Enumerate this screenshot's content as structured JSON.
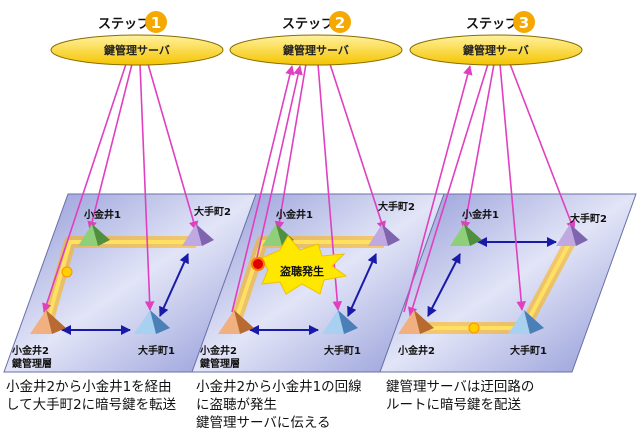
{
  "steps": [
    {
      "step_label": "ステップ",
      "step_number": "1",
      "server_label": "鍵管理サーバ",
      "nodes": {
        "top_left": "小金井1",
        "top_right": "大手町2",
        "bottom_left": "小金井2",
        "bottom_right": "大手町1"
      },
      "layer_label": "鍵管理層",
      "alert_label": "",
      "caption": "小金井2から小金井1を経由\nして大手町2に暗号鍵を転送"
    },
    {
      "step_label": "ステップ",
      "step_number": "2",
      "server_label": "鍵管理サーバ",
      "nodes": {
        "top_left": "小金井1",
        "top_right": "大手町2",
        "bottom_left": "小金井2",
        "bottom_right": "大手町1"
      },
      "layer_label": "鍵管理層",
      "alert_label": "盗聴発生",
      "caption": "小金井2から小金井1の回線\nに盗聴が発生\n鍵管理サーバに伝える"
    },
    {
      "step_label": "ステップ",
      "step_number": "3",
      "server_label": "鍵管理サーバ",
      "nodes": {
        "top_left": "小金井1",
        "top_right": "大手町2",
        "bottom_left": "小金井2",
        "bottom_right": "大手町1"
      },
      "layer_label": "",
      "alert_label": "",
      "caption": "鍵管理サーバは迂回路の\nルートに暗号鍵を配送"
    }
  ],
  "colors": {
    "server_fill": "#f5c400",
    "step_circle": "#f5a800",
    "panel": "#b8bee6",
    "route_glow": "#ffb000",
    "link_line": "#1a1aa8",
    "control_line": "#e040c0",
    "alert_fill": "#ffe800",
    "alert_dot": "#e00000"
  }
}
